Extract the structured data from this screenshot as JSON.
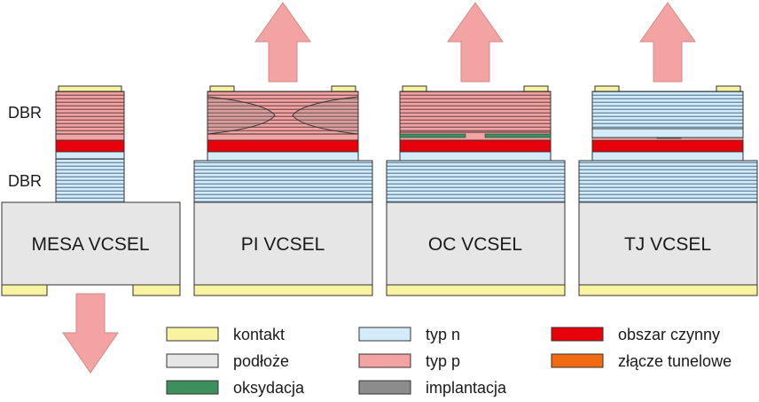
{
  "labels": {
    "dbr_top": "DBR",
    "dbr_bottom": "DBR"
  },
  "devices": [
    {
      "name": "MESA VCSEL"
    },
    {
      "name": "PI VCSEL"
    },
    {
      "name": "OC VCSEL"
    },
    {
      "name": "TJ VCSEL"
    }
  ],
  "legend": [
    {
      "key": "contact",
      "label": "kontakt",
      "color": "#f7f3a0"
    },
    {
      "key": "substrate",
      "label": "podłoże",
      "color": "#e6e6e6"
    },
    {
      "key": "oxidation",
      "label": "oksydacja",
      "color": "#3d8f5e"
    },
    {
      "key": "n_type",
      "label": "typ n",
      "color": "#d4ecf9"
    },
    {
      "key": "p_type",
      "label": "typ p",
      "color": "#f4a3a3"
    },
    {
      "key": "implantation",
      "label": "implantacja",
      "color": "#8c8c8c"
    },
    {
      "key": "active",
      "label": "obszar czynny",
      "color": "#e8000a"
    },
    {
      "key": "tunnel",
      "label": "złącze tunelowe",
      "color": "#f26b10"
    }
  ],
  "colors": {
    "arrow": "#f4a3a3",
    "outline": "#333333"
  }
}
